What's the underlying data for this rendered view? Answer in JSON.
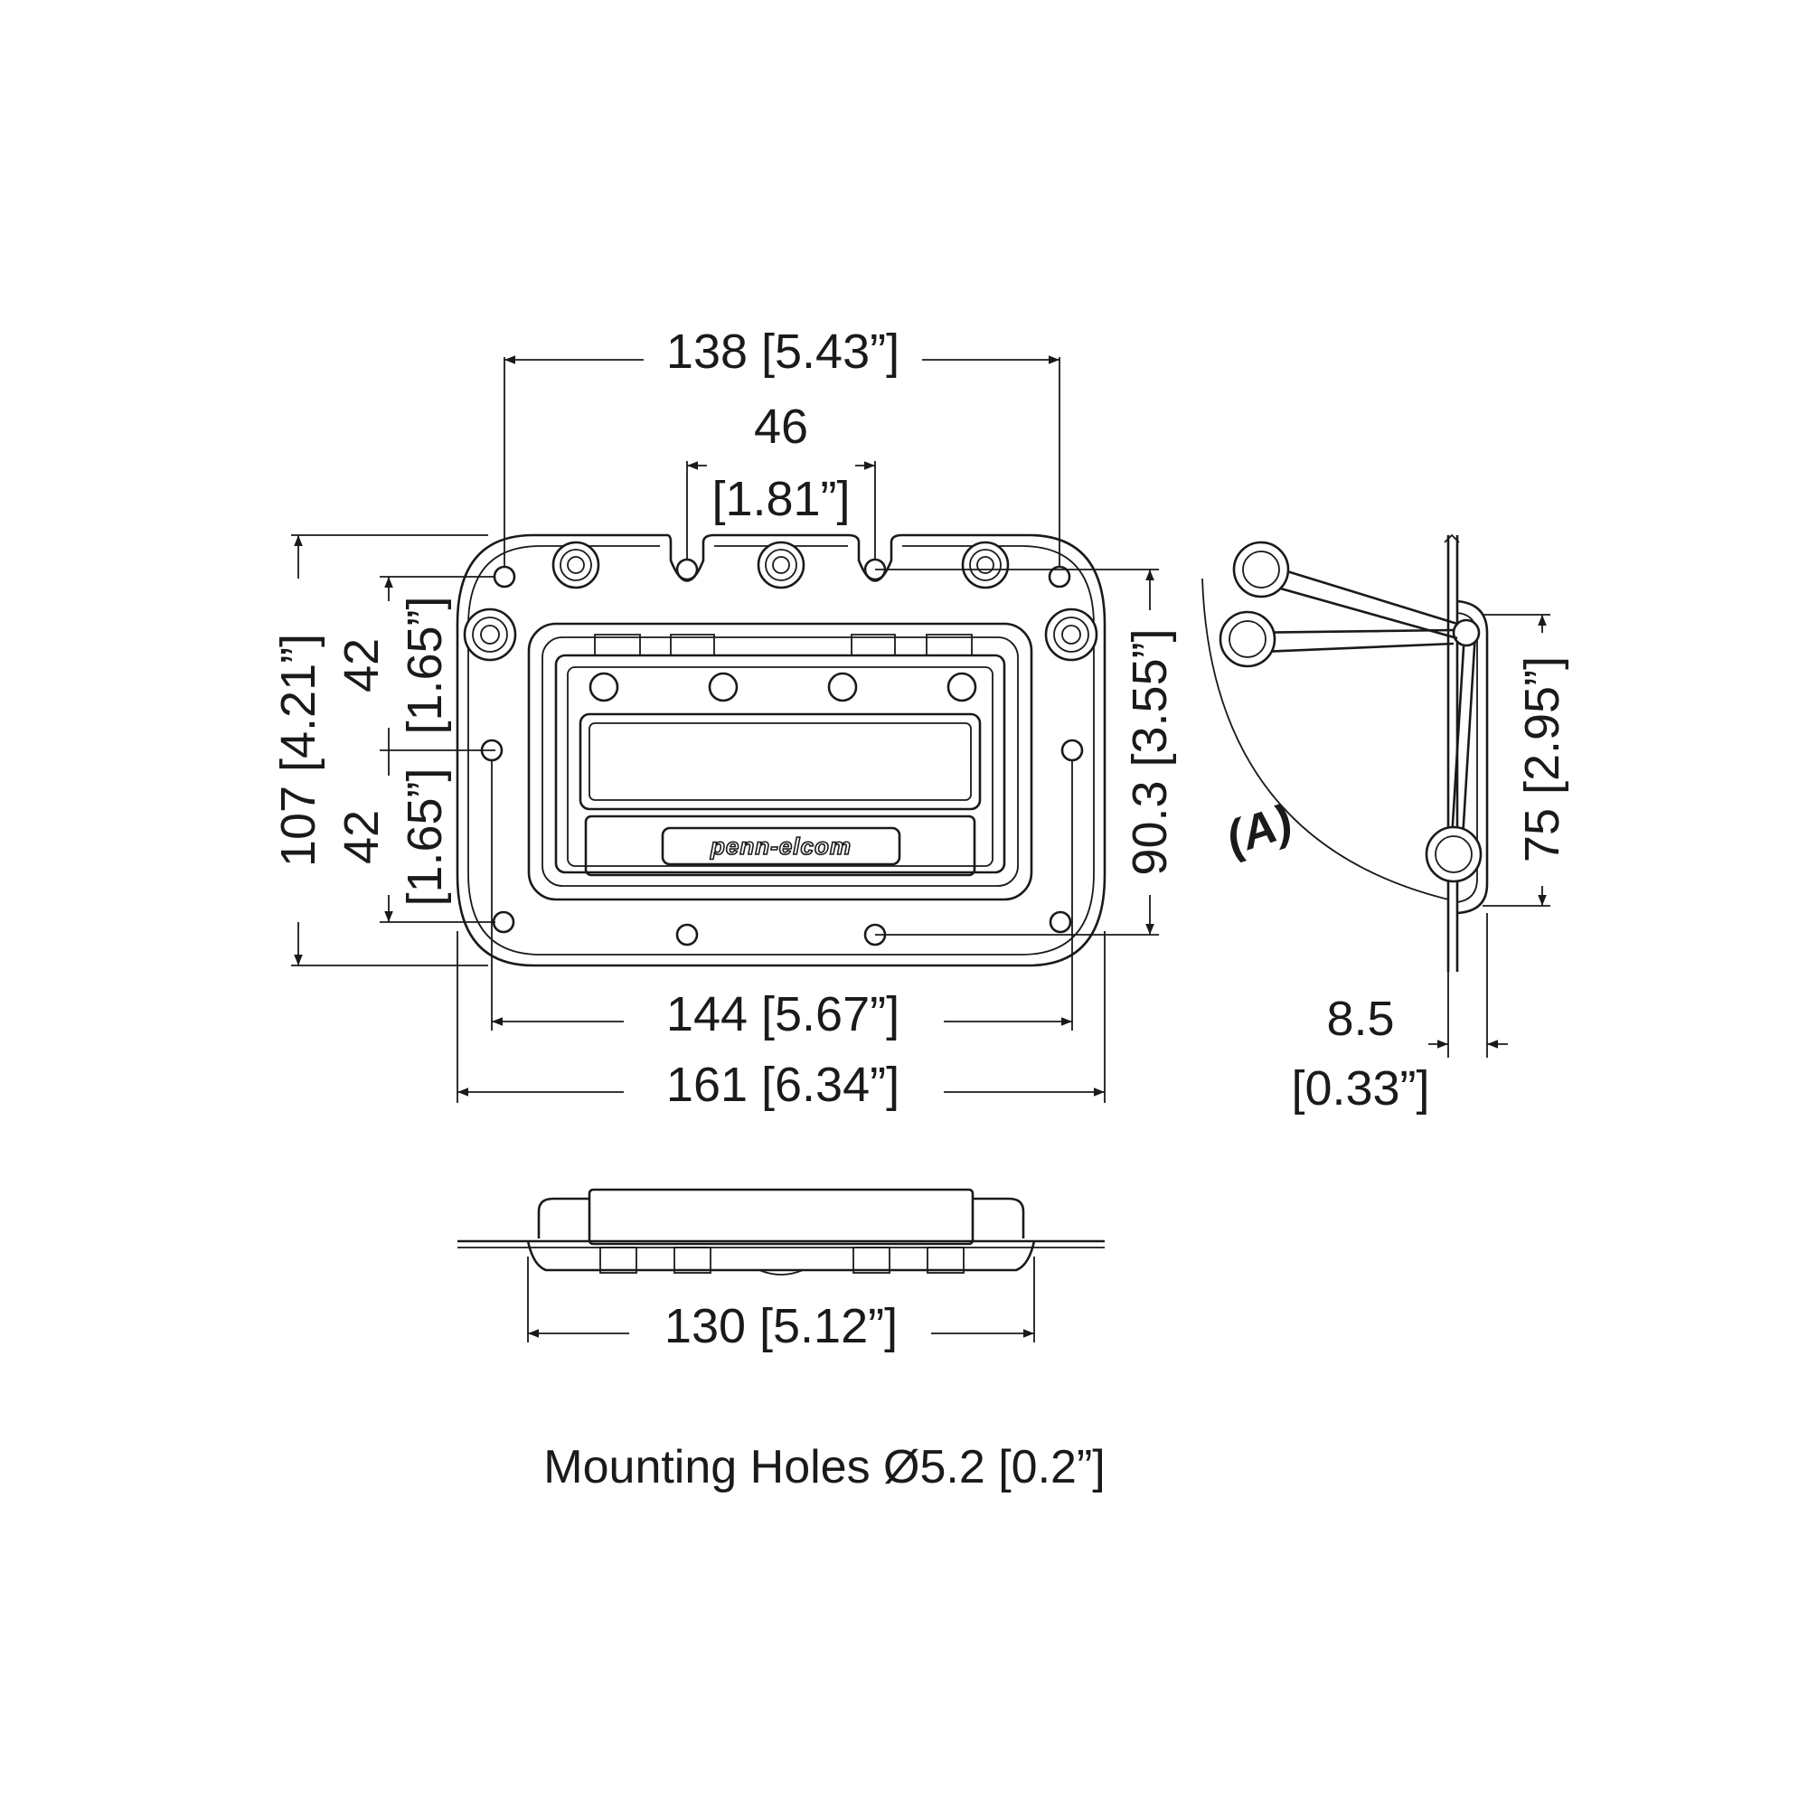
{
  "drawing": {
    "brand_logo": "penn-elcom",
    "dimensions": {
      "top_hole_span": "138 [5.43”]",
      "center_hole_span_mm": "46",
      "center_hole_span_in": "[1.81”]",
      "overall_height": "107 [4.21”]",
      "upper_hole_pitch": "42",
      "upper_hole_pitch_in": "[1.65”]",
      "lower_hole_pitch": "42",
      "lower_hole_pitch_in": "[1.65”]",
      "right_hole_span": "90.3 [3.55”]",
      "bottom_hole_span": "144 [5.67”]",
      "overall_width": "161 [6.34”]",
      "pan_width": "130 [5.12”]",
      "handle_travel": "75 [2.95”]",
      "depth_mm": "8.5",
      "depth_in": "[0.33”]"
    },
    "callout_label": "(A)",
    "note": "Mounting Holes Ø5.2 [0.2”]"
  }
}
